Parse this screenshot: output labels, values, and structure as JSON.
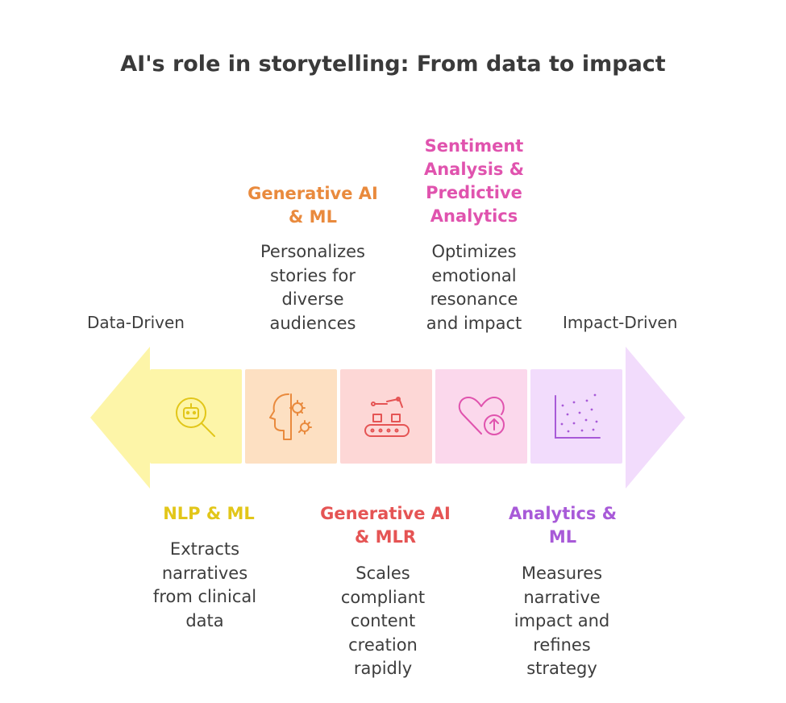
{
  "title": "AI's role in storytelling: From data to impact",
  "axis": {
    "left_label": "Data-Driven",
    "right_label": "Impact-Driven"
  },
  "colors": {
    "stage1": "#fdf5a8",
    "stage2": "#fde0c2",
    "stage3": "#fdd7d6",
    "stage4": "#fbd8ec",
    "stage5": "#f2dcfc",
    "stage1_text": "#e2c619",
    "stage2_text": "#e98a3d",
    "stage3_text": "#e55454",
    "stage4_text": "#e053ae",
    "stage5_text": "#a85ad8"
  },
  "stages": [
    {
      "heading": [
        "NLP & ML"
      ],
      "description": [
        "Extracts",
        "narratives",
        "from clinical",
        "data"
      ],
      "icon": "robot-magnifier-icon"
    },
    {
      "heading": [
        "Generative AI",
        "& ML"
      ],
      "description": [
        "Personalizes",
        "stories for",
        "diverse",
        "audiences"
      ],
      "icon": "head-gears-icon"
    },
    {
      "heading": [
        "Generative AI",
        "& MLR"
      ],
      "description": [
        "Scales",
        "compliant",
        "content",
        "creation",
        "rapidly"
      ],
      "icon": "robotic-arm-conveyor-icon"
    },
    {
      "heading": [
        "Sentiment",
        "Analysis &",
        "Predictive",
        "Analytics"
      ],
      "description": [
        "Optimizes",
        "emotional",
        "resonance",
        "and impact"
      ],
      "icon": "heart-arrow-up-icon"
    },
    {
      "heading": [
        "Analytics &",
        "ML"
      ],
      "description": [
        "Measures",
        "narrative",
        "impact and",
        "refines",
        "strategy"
      ],
      "icon": "scatter-plot-icon"
    }
  ]
}
